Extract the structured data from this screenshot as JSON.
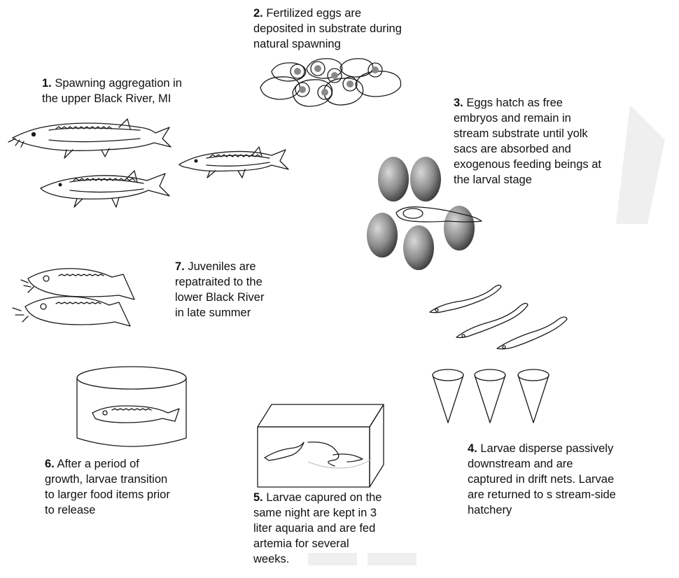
{
  "steps": [
    {
      "num": "1.",
      "text": " Spawning aggregation in\nthe upper Black River, MI"
    },
    {
      "num": "2.",
      "text": " Fertilized eggs are\ndeposited in substrate during\nnatural spawning"
    },
    {
      "num": "3.",
      "text": " Eggs hatch as free\nembryos and remain in\nstream substrate until yolk\nsacs are absorbed and\nexogenous feeding beings at\nthe larval stage"
    },
    {
      "num": "4.",
      "text": " Larvae disperse passively\ndownstream and are\ncaptured in drift nets. Larvae\nare returned to s stream-side\nhatchery"
    },
    {
      "num": "5.",
      "text": " Larvae capured on the\nsame night are kept in 3\nliter aquaria and are fed\nartemia for several\nweeks."
    },
    {
      "num": "6.",
      "text": " After a period of\ngrowth, larvae transition\nto larger food items prior\nto release"
    },
    {
      "num": "7.",
      "text": " Juveniles are\nrepatraited to the\nlower Black River\nin late summer"
    }
  ],
  "colors": {
    "ink": "#1a1a1a",
    "egg_dark": "#3a3a3a",
    "egg_light": "#cfcfcf",
    "watermark": "#ececec"
  }
}
